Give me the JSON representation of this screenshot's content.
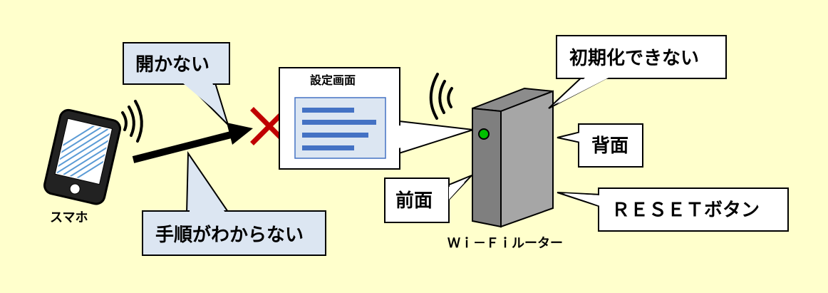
{
  "labels": {
    "smartphone": "スマホ",
    "not_open": "開かない",
    "procedure_unknown": "手順がわからない",
    "settings_screen": "設定画面",
    "cannot_initialize": "初期化できない",
    "back": "背面",
    "front": "前面",
    "reset_button": "ＲＥＳＥＴボタン",
    "router": "Ｗｉ－Ｆｉルーター"
  },
  "colors": {
    "background": "#ffffcc",
    "callout_fill": "#dce6f2",
    "error_cross": "#c00000",
    "router_body": "#a6a6a6",
    "led": "#00c000",
    "settings_lines": "#4472c4"
  }
}
